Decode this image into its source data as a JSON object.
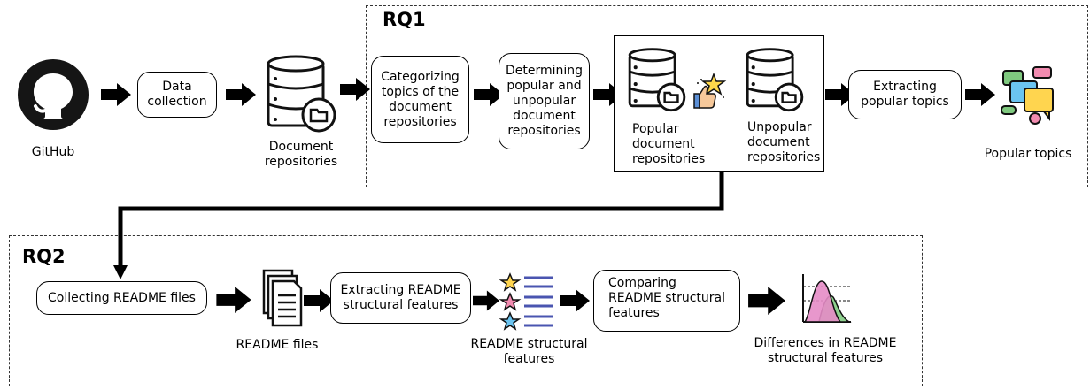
{
  "rq1": {
    "title": "RQ1"
  },
  "rq2": {
    "title": "RQ2"
  },
  "nodes": {
    "github": "GitHub",
    "data_collection": "Data\ncollection",
    "document_repositories": "Document\nrepositories",
    "categorizing": "Categorizing\ntopics of the\ndocument\nrepositories",
    "determining": "Determining\npopular and\nunpopular\ndocument\nrepositories",
    "popular_repos": "Popular\ndocument\nrepositories",
    "unpopular_repos": "Unpopular\ndocument\nrepositories",
    "extracting_topics": "Extracting\npopular topics",
    "popular_topics": "Popular topics",
    "collecting_readme": "Collecting README files",
    "readme_files": "README files",
    "extracting_readme": "Extracting README\nstructural features",
    "readme_features": "README structural\nfeatures",
    "comparing": "Comparing\nREADME structural\nfeatures",
    "differences": "Differences in README\nstructural features"
  },
  "icons": [
    "github-icon",
    "database-icon",
    "thumbs-up-star-icon",
    "chat-bubbles-icon",
    "document-stack-icon",
    "star-list-icon",
    "distribution-chart-icon"
  ]
}
